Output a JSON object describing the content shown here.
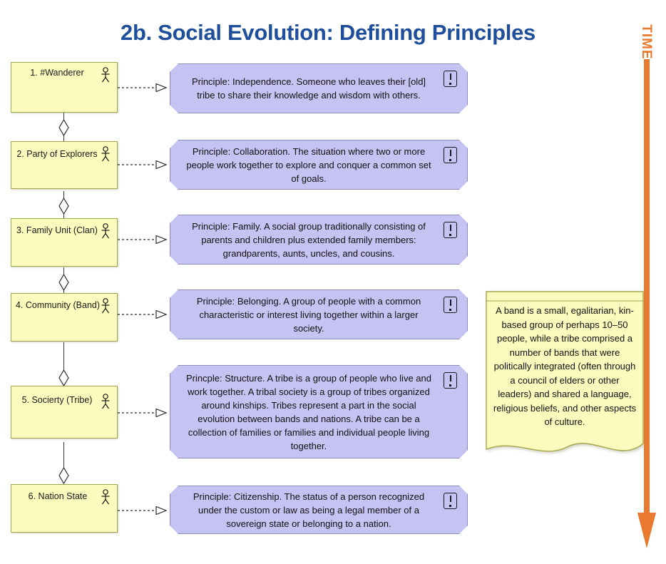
{
  "title": "2b. Social Evolution: Defining Principles",
  "time_axis": {
    "label": "TIME",
    "arrow_icon": "arrow-down-icon",
    "color": "#e8792f",
    "direction": "down"
  },
  "colors": {
    "title": "#1f4e9c",
    "node_fill": "#fbfbbe",
    "node_border": "#a6a64d",
    "note_fill": "#c5c3f2",
    "note_border": "#8d8ab8",
    "sticky_fill": "#fbfbbe",
    "sticky_border": "#a6a64d",
    "accent_orange": "#e8792f",
    "connector": "#3a3a3a"
  },
  "stages": [
    {
      "label": "1. #Wanderer",
      "actor_icon": "actor-stick-figure-icon",
      "note_icon": "exclamation-note-icon",
      "principle": "Principle: Independence. Someone who leaves their [old] tribe to share their knowledge and wisdom with others."
    },
    {
      "label": "2. Party of Explorers",
      "actor_icon": "actor-stick-figure-icon",
      "note_icon": "exclamation-note-icon",
      "principle": "Principle: Collaboration. The situation where two or more people work together to explore and conquer a common set of goals."
    },
    {
      "label": "3. Family Unit (Clan)",
      "actor_icon": "actor-stick-figure-icon",
      "note_icon": "exclamation-note-icon",
      "principle": "Principle: Family. A social group traditionally consisting of parents and children plus extended family members: grandparents, aunts, uncles, and cousins."
    },
    {
      "label": "4. Community (Band)",
      "actor_icon": "actor-stick-figure-icon",
      "note_icon": "exclamation-note-icon",
      "principle": "Principle: Belonging. A group of people with a common characteristic or interest living together within a larger society."
    },
    {
      "label": "5. Socierty (Tribe)",
      "actor_icon": "actor-stick-figure-icon",
      "note_icon": "exclamation-note-icon",
      "principle": "Princple: Structure. A tribe is a group of people who live and work together. A tribal society is a group of tribes organized around kinships. Tribes represent a part in the social evolution between bands and nations. A tribe can be a collection of families or families and individual people living together."
    },
    {
      "label": "6. Nation State",
      "actor_icon": "actor-stick-figure-icon",
      "note_icon": "exclamation-note-icon",
      "principle": "Principle: Citizenship.  The status of a person recognized under the custom or law as being a legal member of a sovereign state or belonging to a nation."
    }
  ],
  "sticky_note": {
    "text": "A band is a small, egalitarian, kin-based group of perhaps 10–50 people, while a tribe comprised a number of bands that were politically integrated (often through a council of elders or other leaders) and shared a language, religious beliefs, and other aspects of culture."
  }
}
